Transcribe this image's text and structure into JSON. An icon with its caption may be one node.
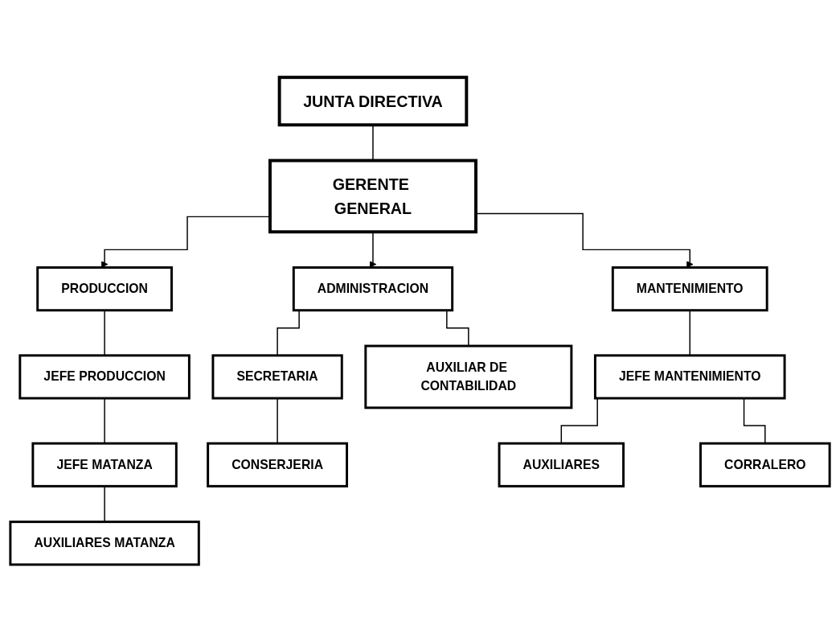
{
  "diagram": {
    "nodes": [
      {
        "text": [
          "JUNTA DIRECTIVA"
        ]
      },
      {
        "text": [
          "GERENTE GENERAL"
        ]
      },
      {
        "text": [
          "PRODUCCION"
        ]
      },
      {
        "text": [
          "ADMINISTRACION"
        ]
      },
      {
        "text": [
          "MANTENIMIENTO"
        ]
      },
      {
        "text": [
          "JEFE PRODUCCION"
        ]
      },
      {
        "text": [
          "JEFE MATANZA"
        ]
      },
      {
        "text": [
          "AUXILIARES MATANZA"
        ]
      },
      {
        "text": [
          "SECRETARIA"
        ]
      },
      {
        "text": [
          "AUXILIAR DE CONTABILIDAD"
        ]
      },
      {
        "text": [
          "CONSERJERIA"
        ]
      },
      {
        "text": [
          "JEFE MANTENIMIENTO"
        ]
      },
      {
        "text": [
          "AUXILIARES"
        ]
      },
      {
        "text": [
          "CORRALERO"
        ]
      }
    ],
    "edges": [
      {
        "from": 0,
        "to": 1,
        "arrow": "none"
      },
      {
        "from": 1,
        "to": 2,
        "arrow": "to"
      },
      {
        "from": 1,
        "to": 3,
        "arrow": "to"
      },
      {
        "from": 1,
        "to": 4,
        "arrow": "to"
      },
      {
        "from": 2,
        "to": 5,
        "arrow": "none"
      },
      {
        "from": 5,
        "to": 6,
        "arrow": "none"
      },
      {
        "from": 6,
        "to": 7,
        "arrow": "none"
      },
      {
        "from": 3,
        "to": 8,
        "arrow": "none"
      },
      {
        "from": 3,
        "to": 9,
        "arrow": "none"
      },
      {
        "from": 8,
        "to": 10,
        "arrow": "none"
      },
      {
        "from": 4,
        "to": 11,
        "arrow": "none"
      },
      {
        "from": 11,
        "to": 12,
        "arrow": "none"
      },
      {
        "from": 11,
        "to": 13,
        "arrow": "none"
      }
    ]
  }
}
